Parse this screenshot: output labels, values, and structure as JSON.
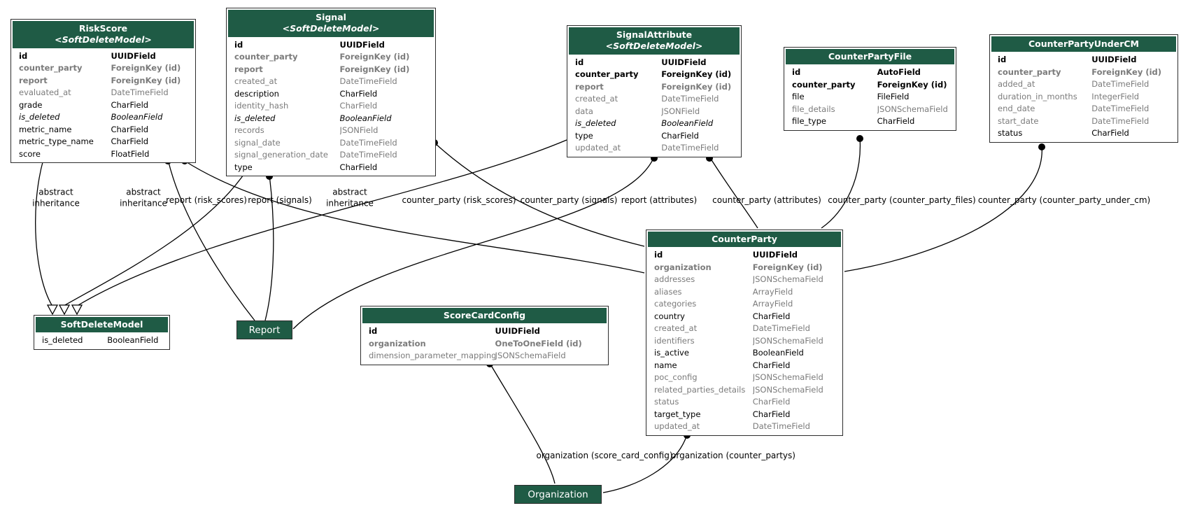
{
  "diagram": {
    "colors": {
      "header_green": "#1f5b45",
      "muted_text": "#7b7b7b",
      "border": "#2d2d2d",
      "edge": "#000000"
    },
    "entities": [
      {
        "id": "riskscore",
        "title": "RiskScore",
        "subtitle": "<SoftDeleteModel>",
        "fields": [
          {
            "name": "id",
            "type": "UUIDField",
            "bold": true,
            "gray": false,
            "italic": false
          },
          {
            "name": "counter_party",
            "type": "ForeignKey (id)",
            "bold": true,
            "gray": true,
            "italic": false
          },
          {
            "name": "report",
            "type": "ForeignKey (id)",
            "bold": true,
            "gray": true,
            "italic": false
          },
          {
            "name": "evaluated_at",
            "type": "DateTimeField",
            "bold": false,
            "gray": true,
            "italic": false
          },
          {
            "name": "grade",
            "type": "CharField",
            "bold": false,
            "gray": false,
            "italic": false
          },
          {
            "name": "is_deleted",
            "type": "BooleanField",
            "bold": false,
            "gray": false,
            "italic": true
          },
          {
            "name": "metric_name",
            "type": "CharField",
            "bold": false,
            "gray": false,
            "italic": false
          },
          {
            "name": "metric_type_name",
            "type": "CharField",
            "bold": false,
            "gray": false,
            "italic": false
          },
          {
            "name": "score",
            "type": "FloatField",
            "bold": false,
            "gray": false,
            "italic": false
          }
        ]
      },
      {
        "id": "signal",
        "title": "Signal",
        "subtitle": "<SoftDeleteModel>",
        "fields": [
          {
            "name": "id",
            "type": "UUIDField",
            "bold": true,
            "gray": false,
            "italic": false
          },
          {
            "name": "counter_party",
            "type": "ForeignKey (id)",
            "bold": true,
            "gray": true,
            "italic": false
          },
          {
            "name": "report",
            "type": "ForeignKey (id)",
            "bold": true,
            "gray": true,
            "italic": false
          },
          {
            "name": "created_at",
            "type": "DateTimeField",
            "bold": false,
            "gray": true,
            "italic": false
          },
          {
            "name": "description",
            "type": "CharField",
            "bold": false,
            "gray": false,
            "italic": false
          },
          {
            "name": "identity_hash",
            "type": "CharField",
            "bold": false,
            "gray": true,
            "italic": false
          },
          {
            "name": "is_deleted",
            "type": "BooleanField",
            "bold": false,
            "gray": false,
            "italic": true
          },
          {
            "name": "records",
            "type": "JSONField",
            "bold": false,
            "gray": true,
            "italic": false
          },
          {
            "name": "signal_date",
            "type": "DateTimeField",
            "bold": false,
            "gray": true,
            "italic": false
          },
          {
            "name": "signal_generation_date",
            "type": "DateTimeField",
            "bold": false,
            "gray": true,
            "italic": false
          },
          {
            "name": "type",
            "type": "CharField",
            "bold": false,
            "gray": false,
            "italic": false
          }
        ]
      },
      {
        "id": "signalattribute",
        "title": "SignalAttribute",
        "subtitle": "<SoftDeleteModel>",
        "fields": [
          {
            "name": "id",
            "type": "UUIDField",
            "bold": true,
            "gray": false,
            "italic": false
          },
          {
            "name": "counter_party",
            "type": "ForeignKey (id)",
            "bold": true,
            "gray": false,
            "italic": false
          },
          {
            "name": "report",
            "type": "ForeignKey (id)",
            "bold": true,
            "gray": true,
            "italic": false
          },
          {
            "name": "created_at",
            "type": "DateTimeField",
            "bold": false,
            "gray": true,
            "italic": false
          },
          {
            "name": "data",
            "type": "JSONField",
            "bold": false,
            "gray": true,
            "italic": false
          },
          {
            "name": "is_deleted",
            "type": "BooleanField",
            "bold": false,
            "gray": false,
            "italic": true
          },
          {
            "name": "type",
            "type": "CharField",
            "bold": false,
            "gray": false,
            "italic": false
          },
          {
            "name": "updated_at",
            "type": "DateTimeField",
            "bold": false,
            "gray": true,
            "italic": false
          }
        ]
      },
      {
        "id": "counterpartyfile",
        "title": "CounterPartyFile",
        "subtitle": null,
        "fields": [
          {
            "name": "id",
            "type": "AutoField",
            "bold": true,
            "gray": false,
            "italic": false
          },
          {
            "name": "counter_party",
            "type": "ForeignKey (id)",
            "bold": true,
            "gray": false,
            "italic": false
          },
          {
            "name": "file",
            "type": "FileField",
            "bold": false,
            "gray": false,
            "italic": false
          },
          {
            "name": "file_details",
            "type": "JSONSchemaField",
            "bold": false,
            "gray": true,
            "italic": false
          },
          {
            "name": "file_type",
            "type": "CharField",
            "bold": false,
            "gray": false,
            "italic": false
          }
        ]
      },
      {
        "id": "counterpartyundercm",
        "title": "CounterPartyUnderCM",
        "subtitle": null,
        "fields": [
          {
            "name": "id",
            "type": "UUIDField",
            "bold": true,
            "gray": false,
            "italic": false
          },
          {
            "name": "counter_party",
            "type": "ForeignKey (id)",
            "bold": true,
            "gray": true,
            "italic": false
          },
          {
            "name": "added_at",
            "type": "DateTimeField",
            "bold": false,
            "gray": true,
            "italic": false
          },
          {
            "name": "duration_in_months",
            "type": "IntegerField",
            "bold": false,
            "gray": true,
            "italic": false
          },
          {
            "name": "end_date",
            "type": "DateTimeField",
            "bold": false,
            "gray": true,
            "italic": false
          },
          {
            "name": "start_date",
            "type": "DateTimeField",
            "bold": false,
            "gray": true,
            "italic": false
          },
          {
            "name": "status",
            "type": "CharField",
            "bold": false,
            "gray": false,
            "italic": false
          }
        ]
      },
      {
        "id": "softdeletemodel",
        "title": "SoftDeleteModel",
        "subtitle": null,
        "fields": [
          {
            "name": "is_deleted",
            "type": "BooleanField",
            "bold": false,
            "gray": false,
            "italic": false
          }
        ]
      },
      {
        "id": "scorecardconfig",
        "title": "ScoreCardConfig",
        "subtitle": null,
        "fields": [
          {
            "name": "id",
            "type": "UUIDField",
            "bold": true,
            "gray": false,
            "italic": false
          },
          {
            "name": "organization",
            "type": "OneToOneField (id)",
            "bold": true,
            "gray": true,
            "italic": false
          },
          {
            "name": "dimension_parameter_mapping",
            "type": "JSONSchemaField",
            "bold": false,
            "gray": true,
            "italic": false
          }
        ]
      },
      {
        "id": "counterparty",
        "title": "CounterParty",
        "subtitle": null,
        "fields": [
          {
            "name": "id",
            "type": "UUIDField",
            "bold": true,
            "gray": false,
            "italic": false
          },
          {
            "name": "organization",
            "type": "ForeignKey (id)",
            "bold": true,
            "gray": true,
            "italic": false
          },
          {
            "name": "addresses",
            "type": "JSONSchemaField",
            "bold": false,
            "gray": true,
            "italic": false
          },
          {
            "name": "aliases",
            "type": "ArrayField",
            "bold": false,
            "gray": true,
            "italic": false
          },
          {
            "name": "categories",
            "type": "ArrayField",
            "bold": false,
            "gray": true,
            "italic": false
          },
          {
            "name": "country",
            "type": "CharField",
            "bold": false,
            "gray": false,
            "italic": false
          },
          {
            "name": "created_at",
            "type": "DateTimeField",
            "bold": false,
            "gray": true,
            "italic": false
          },
          {
            "name": "identifiers",
            "type": "JSONSchemaField",
            "bold": false,
            "gray": true,
            "italic": false
          },
          {
            "name": "is_active",
            "type": "BooleanField",
            "bold": false,
            "gray": false,
            "italic": false
          },
          {
            "name": "name",
            "type": "CharField",
            "bold": false,
            "gray": false,
            "italic": false
          },
          {
            "name": "poc_config",
            "type": "JSONSchemaField",
            "bold": false,
            "gray": true,
            "italic": false
          },
          {
            "name": "related_parties_details",
            "type": "JSONSchemaField",
            "bold": false,
            "gray": true,
            "italic": false
          },
          {
            "name": "status",
            "type": "CharField",
            "bold": false,
            "gray": true,
            "italic": false
          },
          {
            "name": "target_type",
            "type": "CharField",
            "bold": false,
            "gray": false,
            "italic": false
          },
          {
            "name": "updated_at",
            "type": "DateTimeField",
            "bold": false,
            "gray": true,
            "italic": false
          }
        ]
      }
    ],
    "simple_nodes": [
      {
        "id": "report",
        "label": "Report"
      },
      {
        "id": "organization",
        "label": "Organization"
      }
    ],
    "edge_labels": [
      {
        "text": "abstract\ninheritance",
        "from": "RiskScore",
        "to": "SoftDeleteModel",
        "type": "inheritance"
      },
      {
        "text": "abstract\ninheritance",
        "from": "Signal",
        "to": "SoftDeleteModel",
        "type": "inheritance"
      },
      {
        "text": "report (risk_scores)",
        "from": "RiskScore",
        "to": "Report",
        "type": "foreign-key"
      },
      {
        "text": "report (signals)",
        "from": "Signal",
        "to": "Report",
        "type": "foreign-key"
      },
      {
        "text": "abstract\ninheritance",
        "from": "SignalAttribute",
        "to": "SoftDeleteModel",
        "type": "inheritance"
      },
      {
        "text": "counter_party (risk_scores)",
        "from": "RiskScore",
        "to": "CounterParty",
        "type": "foreign-key"
      },
      {
        "text": "counter_party (signals)",
        "from": "Signal",
        "to": "CounterParty",
        "type": "foreign-key"
      },
      {
        "text": "report (attributes)",
        "from": "SignalAttribute",
        "to": "Report",
        "type": "foreign-key"
      },
      {
        "text": "counter_party (attributes)",
        "from": "SignalAttribute",
        "to": "CounterParty",
        "type": "foreign-key"
      },
      {
        "text": "counter_party (counter_party_files)",
        "from": "CounterPartyFile",
        "to": "CounterParty",
        "type": "foreign-key"
      },
      {
        "text": "counter_party (counter_party_under_cm)",
        "from": "CounterPartyUnderCM",
        "to": "CounterParty",
        "type": "foreign-key"
      },
      {
        "text": "organization (score_card_config)",
        "from": "ScoreCardConfig",
        "to": "Organization",
        "type": "one-to-one"
      },
      {
        "text": "organization (counter_partys)",
        "from": "CounterParty",
        "to": "Organization",
        "type": "foreign-key"
      }
    ]
  }
}
